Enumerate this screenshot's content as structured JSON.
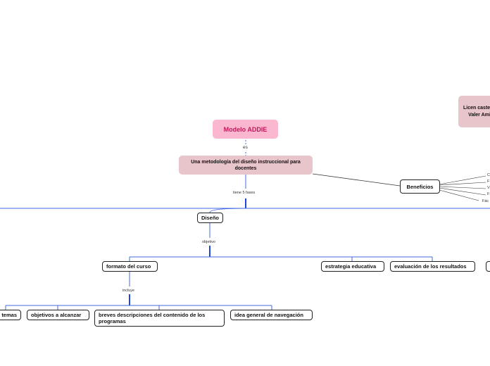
{
  "diagram": {
    "root": "Modelo ADDIE",
    "root_link": "es",
    "definition": "Una metodología del diseño instruccional para docentes",
    "phases_link": "tiene 5 fases",
    "benefits": {
      "title": "Beneficios",
      "items": [
        "C",
        "F",
        "V",
        "F",
        "Fác"
      ]
    },
    "author_card": "Licen castella Valer Ami",
    "phase": {
      "title": "Diseño",
      "link": "objetivo",
      "children": [
        "formato del curso",
        "estrategia educativa",
        "evaluación de los resultados"
      ]
    },
    "format": {
      "link": "incluye",
      "children": [
        "temas",
        "objetivos a alcanzar",
        "breves descripciones del contenido de los programas",
        "idea general de navegación"
      ]
    }
  },
  "colors": {
    "root_fill": "#fbb7cf",
    "root_text": "#c2185b",
    "definition_fill": "#e8c4cb",
    "connector_blue": "#4169e1",
    "connector_dark": "#333333"
  }
}
